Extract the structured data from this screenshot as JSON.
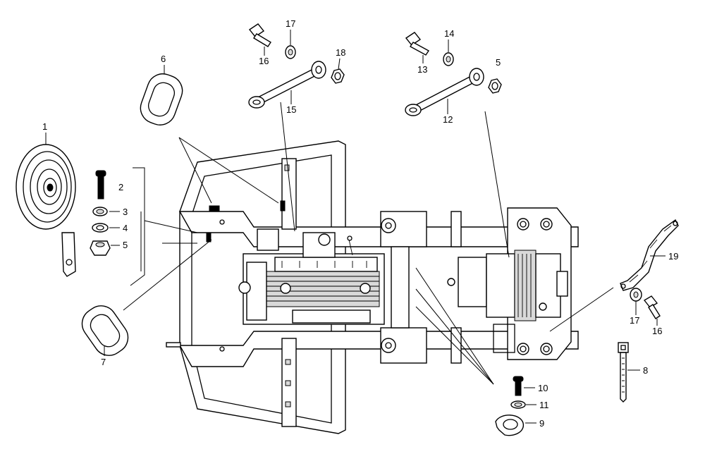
{
  "callouts": [
    {
      "id": "c1",
      "text": "1"
    },
    {
      "id": "c2",
      "text": "2"
    },
    {
      "id": "c3",
      "text": "3"
    },
    {
      "id": "c4",
      "text": "4"
    },
    {
      "id": "c5a",
      "text": "5"
    },
    {
      "id": "c5b",
      "text": "5"
    },
    {
      "id": "c6",
      "text": "6"
    },
    {
      "id": "c7",
      "text": "7"
    },
    {
      "id": "c8",
      "text": "8"
    },
    {
      "id": "c9",
      "text": "9"
    },
    {
      "id": "c10",
      "text": "10"
    },
    {
      "id": "c11",
      "text": "11"
    },
    {
      "id": "c12",
      "text": "12"
    },
    {
      "id": "c13",
      "text": "13"
    },
    {
      "id": "c14",
      "text": "14"
    },
    {
      "id": "c15",
      "text": "15"
    },
    {
      "id": "c16a",
      "text": "16"
    },
    {
      "id": "c16b",
      "text": "16"
    },
    {
      "id": "c17a",
      "text": "17"
    },
    {
      "id": "c17b",
      "text": "17"
    },
    {
      "id": "c18",
      "text": "18"
    },
    {
      "id": "c19",
      "text": "19"
    }
  ]
}
